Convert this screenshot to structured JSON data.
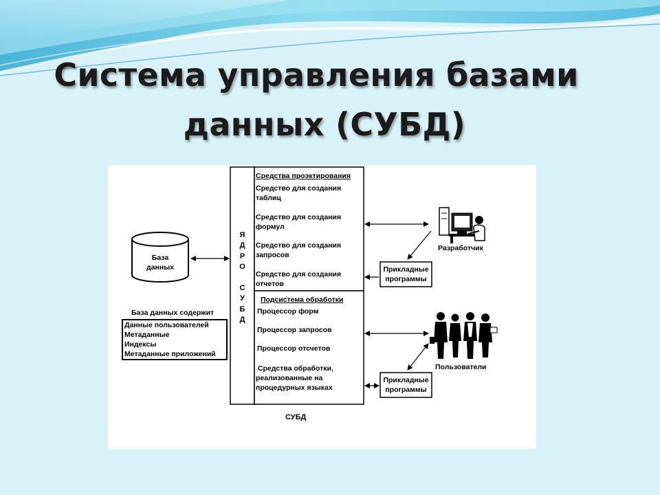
{
  "slide": {
    "title_line1": "Система управления базами",
    "title_line2": "данных  (СУБД)"
  },
  "diagram": {
    "database_label": "База\nданных",
    "database_contents_heading": "База данных содержит",
    "database_contents": [
      "Данные пользователей",
      "Метаданные",
      "Индексы",
      "Метаданные приложений"
    ],
    "core_label": [
      "Я",
      "Д",
      "Р",
      "О",
      "",
      "С",
      "У",
      "Б",
      "Д"
    ],
    "design_tools": {
      "heading": "Средства проэктирования",
      "items": [
        "Средство для создания\nтаблиц",
        "Средство для создания\nформул",
        "Средство для создания\nзапросов",
        "Средство для создания\nотчетов"
      ]
    },
    "processing": {
      "heading": "Подсистема обработки",
      "items": [
        "Процессор форм",
        "Процессор запросов",
        "Процессор отсчетов",
        " Средства обработки,\nреализованные на\nпроцедурных языках"
      ]
    },
    "dbms_caption": "СУБД",
    "developer_label": "Разработчик",
    "users_label": "Пользователи",
    "app_programs_top": "Прикладные\nпрограммы",
    "app_programs_bottom": "Прикладные\nпрограммы"
  },
  "colors": {
    "background": "#d9f2fa",
    "wave_light": "#7fd3ea",
    "wave_dark": "#3fa9cf",
    "diagram_bg": "#ffffff",
    "ink": "#000000"
  },
  "icons": {
    "developer": "developer-at-computer-icon",
    "users": "group-of-people-icon"
  }
}
